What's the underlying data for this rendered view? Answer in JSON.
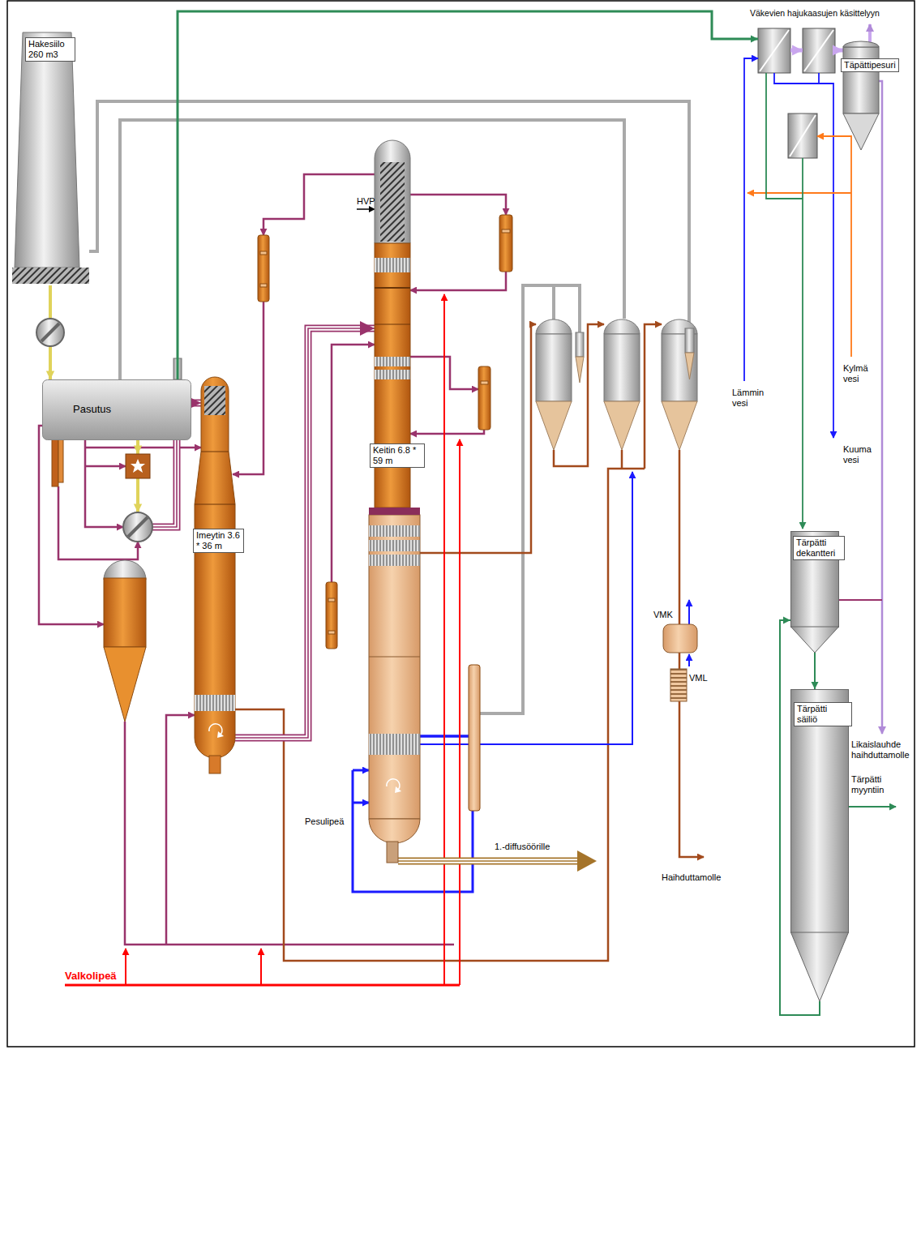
{
  "diagram": {
    "nodes": [
      {
        "text": [
          "Hakesiilo 260 m3"
        ]
      },
      {
        "text": [
          "Pasutus"
        ]
      },
      {
        "text": [
          "Imeytin 3.6 * 36 m"
        ]
      },
      {
        "text": [
          "Keitin 6.8 * 59 m"
        ]
      },
      {
        "text": [
          "Täpättipesuri"
        ]
      },
      {
        "text": [
          "Tärpätti dekantteri"
        ]
      },
      {
        "text": [
          "Tärpätti säiliö"
        ]
      }
    ],
    "edges": [
      {
        "from": 0,
        "to": 1,
        "arrow": "to"
      },
      {
        "from": 1,
        "to": 2,
        "arrow": "to"
      },
      {
        "from": 1,
        "to": 4,
        "arrow": "to"
      },
      {
        "from": 2,
        "to": 3,
        "arrow": "to"
      },
      {
        "from": 5,
        "to": 6,
        "arrow": "to"
      },
      {
        "from": 6,
        "to": 5,
        "arrow": "to"
      }
    ],
    "labels": [
      "HVP",
      "VMK",
      "VML",
      "Haihduttamolle",
      "1.-diffusöörille",
      "Pesulipeä",
      "Valkolipeä",
      "Väkevien hajukaasujen käsittelyyn",
      "Lämmin vesi",
      "Kylmä vesi",
      "Kuuma vesi",
      "Likaislauhde haihduttamolle",
      "Tärpätti myyntiin"
    ]
  }
}
